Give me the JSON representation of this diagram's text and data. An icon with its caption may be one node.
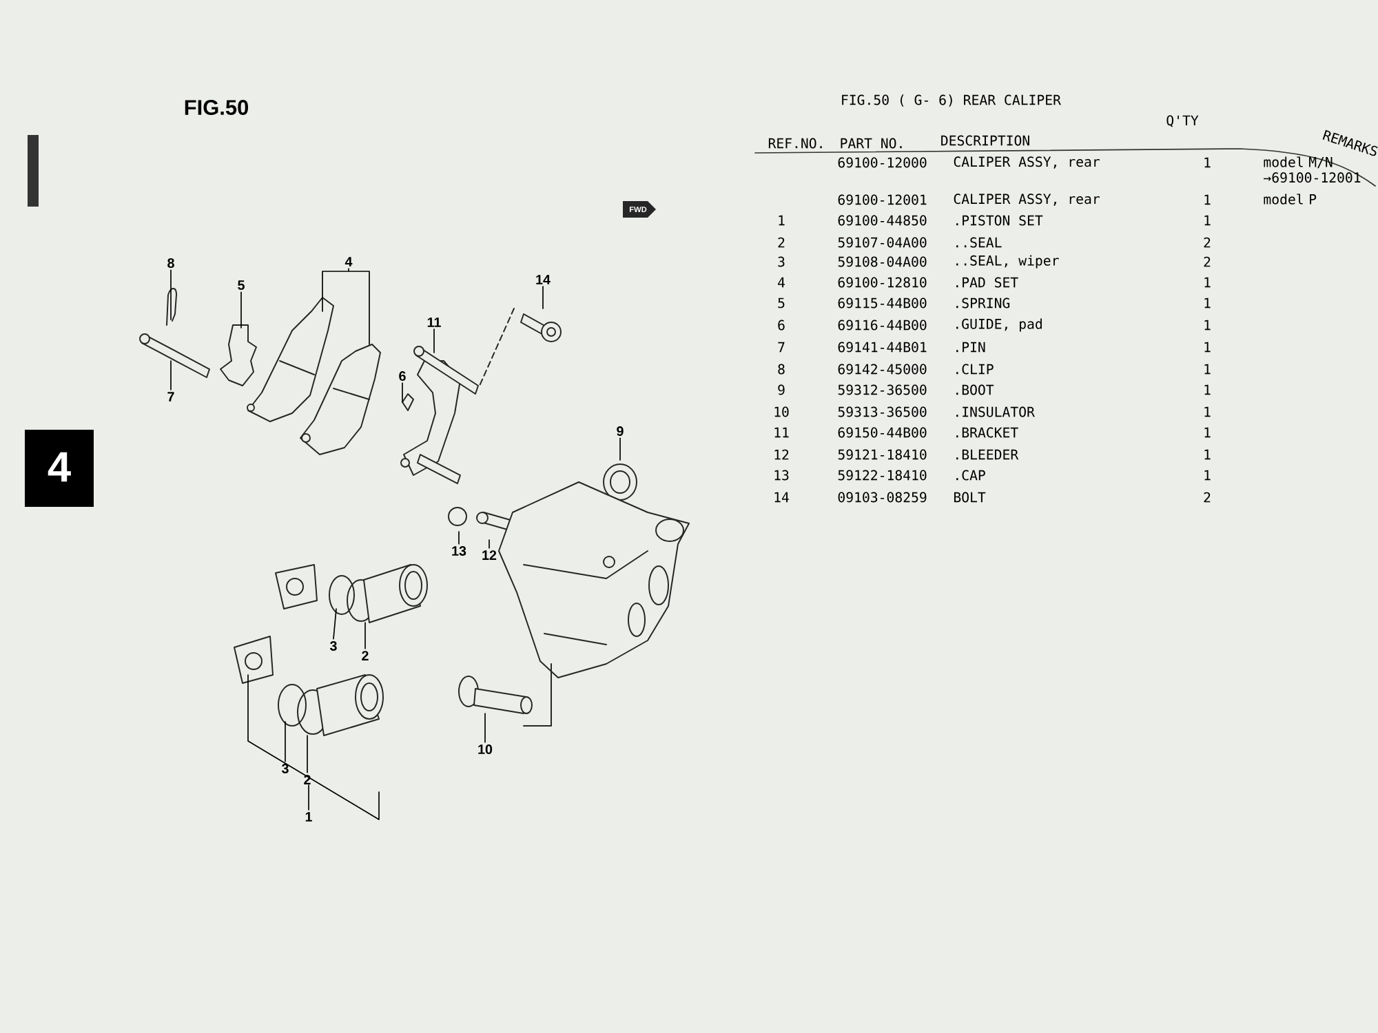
{
  "diagram": {
    "title": "FIG.50 ( G- 6) REAR CALIPER",
    "nodes": [
      {
        "text": [
          "8"
        ]
      },
      {
        "text": [
          "4"
        ]
      },
      {
        "text": [
          "5"
        ]
      },
      {
        "text": [
          "14"
        ]
      },
      {
        "text": [
          "11"
        ]
      },
      {
        "text": [
          "6"
        ]
      },
      {
        "text": [
          "7"
        ]
      },
      {
        "text": [
          "9"
        ]
      },
      {
        "text": [
          "13"
        ]
      },
      {
        "text": [
          "12"
        ]
      },
      {
        "text": [
          "3"
        ]
      },
      {
        "text": [
          "2"
        ]
      },
      {
        "text": [
          "10"
        ]
      },
      {
        "text": [
          "3"
        ]
      },
      {
        "text": [
          "2"
        ]
      },
      {
        "text": [
          "1"
        ]
      }
    ],
    "edges": [
      {
        "from": 0,
        "to": null,
        "arrow": "none"
      },
      {
        "from": 1,
        "to": null,
        "arrow": "none"
      },
      {
        "from": 2,
        "to": null,
        "arrow": "none"
      },
      {
        "from": 3,
        "to": null,
        "arrow": "none"
      },
      {
        "from": 4,
        "to": null,
        "arrow": "none"
      },
      {
        "from": 5,
        "to": null,
        "arrow": "none"
      },
      {
        "from": 6,
        "to": null,
        "arrow": "none"
      },
      {
        "from": 7,
        "to": null,
        "arrow": "none"
      },
      {
        "from": 8,
        "to": null,
        "arrow": "none"
      },
      {
        "from": 9,
        "to": null,
        "arrow": "none"
      },
      {
        "from": 10,
        "to": null,
        "arrow": "none"
      },
      {
        "from": 11,
        "to": null,
        "arrow": "none"
      },
      {
        "from": 12,
        "to": null,
        "arrow": "none"
      },
      {
        "from": 13,
        "to": null,
        "arrow": "none"
      },
      {
        "from": 14,
        "to": null,
        "arrow": "none"
      },
      {
        "from": 15,
        "to": null,
        "arrow": "none"
      }
    ],
    "labels": [
      "FIG.50",
      "Q'TY",
      "REF.NO.",
      "PART NO.",
      "DESCRIPTION",
      "REMARKS",
      "69100-12000",
      "CALIPER ASSY, rear",
      "1",
      "model M/N →69100-12001",
      "69100-12001",
      "CALIPER ASSY, rear",
      "1",
      "model P",
      "1",
      "69100-44850",
      ".PISTON SET",
      "1",
      "2",
      "59107-04A00",
      "..SEAL",
      "2",
      "3",
      "59108-04A00",
      "..SEAL, wiper",
      "2",
      "4",
      "69100-12810",
      ".PAD SET",
      "1",
      "5",
      "69115-44B00",
      ".SPRING",
      "1",
      "6",
      "69116-44B00",
      ".GUIDE, pad",
      "1",
      "7",
      "69141-44B01",
      ".PIN",
      "1",
      "8",
      "69142-45000",
      ".CLIP",
      "1",
      "9",
      "59312-36500",
      ".BOOT",
      "1",
      "10",
      "59313-36500",
      ".INSULATOR",
      "1",
      "11",
      "69150-44B00",
      ".BRACKET",
      "1",
      "12",
      "59121-18410",
      ".BLEEDER",
      "1",
      "13",
      "59122-18410",
      ".CAP",
      "1",
      "14",
      "09103-08259",
      "BOLT",
      "2",
      "4",
      "FWD"
    ]
  }
}
